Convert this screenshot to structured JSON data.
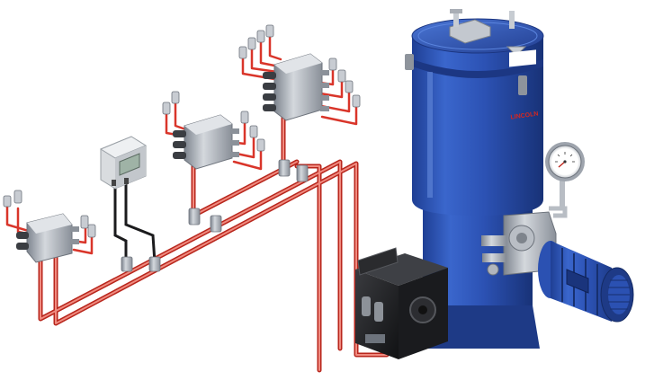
{
  "brand": {
    "logo_text": "LINCOLN",
    "logo_color": "#d7261e"
  },
  "colors": {
    "reservoir_blue": "#2f56b6",
    "red_line": "#e4473a",
    "steel": "#9ea4ad",
    "black_unit": "#222326",
    "controller_display": "#9fb3a6"
  },
  "components": [
    "grease-reservoir",
    "pump-element",
    "pressure-gauge",
    "electric-motor",
    "pressure-relief-unit",
    "progressive-divider-block",
    "lube-controller",
    "lube-lines",
    "electrical-cables"
  ]
}
